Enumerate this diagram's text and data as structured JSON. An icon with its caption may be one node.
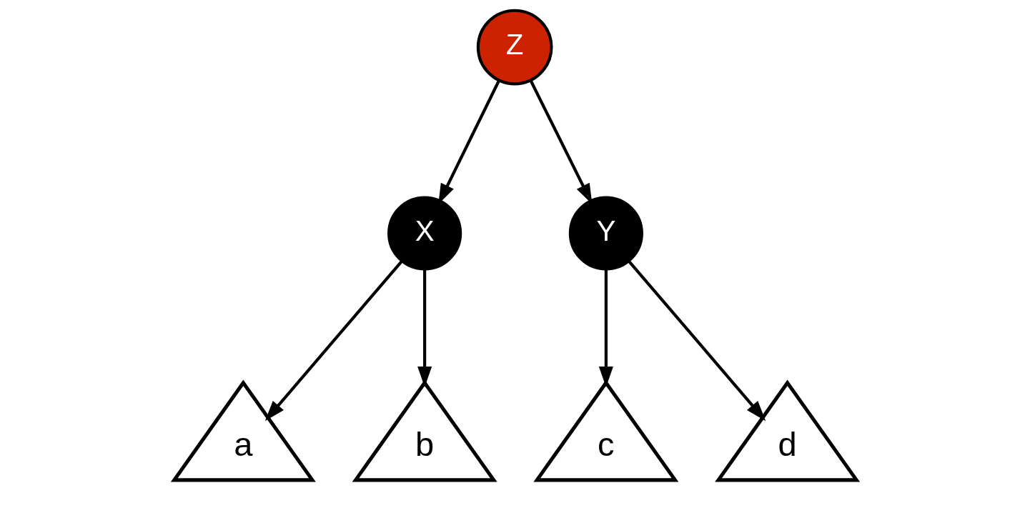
{
  "diagram": {
    "nodes": [
      {
        "text": [
          "Z"
        ]
      },
      {
        "text": [
          "X"
        ]
      },
      {
        "text": [
          "Y"
        ]
      },
      {
        "text": [
          "a"
        ]
      },
      {
        "text": [
          "b"
        ]
      },
      {
        "text": [
          "c"
        ]
      },
      {
        "text": [
          "d"
        ]
      }
    ],
    "edges": [
      {
        "from": 0,
        "to": 1,
        "arrow": "to"
      },
      {
        "from": 0,
        "to": 2,
        "arrow": "to"
      },
      {
        "from": 1,
        "to": 3,
        "arrow": "to"
      },
      {
        "from": 1,
        "to": 4,
        "arrow": "to"
      },
      {
        "from": 2,
        "to": 5,
        "arrow": "to"
      },
      {
        "from": 2,
        "to": 6,
        "arrow": "to"
      }
    ]
  }
}
